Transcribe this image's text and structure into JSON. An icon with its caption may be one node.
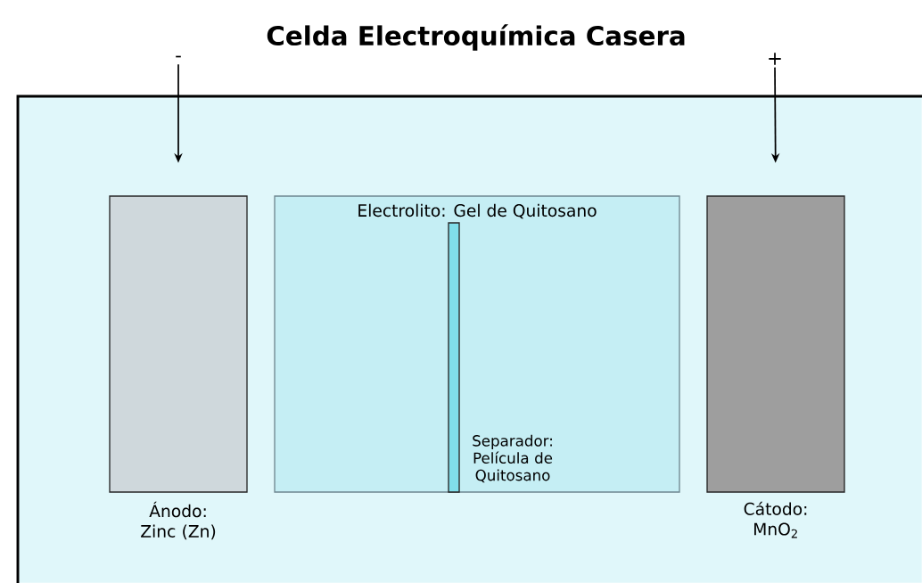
{
  "diagram": {
    "title": "Celda Electroquímica Casera",
    "nodes": [
      {
        "text": [],
        "shape": "box"
      },
      {
        "text": [
          "Ánodo: Zinc (Zn)"
        ],
        "in": 0
      },
      {
        "text": [
          "Electrolito: Gel de Quitosano"
        ],
        "in": 0
      },
      {
        "text": [
          "Separador: Película de Quitosano"
        ],
        "in": 2
      },
      {
        "text": [
          "Cátodo: MnO$_{2}$"
        ],
        "in": 0
      },
      {
        "text": [
          "-"
        ]
      },
      {
        "text": [
          "+"
        ]
      }
    ],
    "edges": [
      {
        "from": 5,
        "to": 1,
        "arrow": "to"
      },
      {
        "from": 6,
        "to": 4,
        "arrow": "to"
      }
    ]
  }
}
